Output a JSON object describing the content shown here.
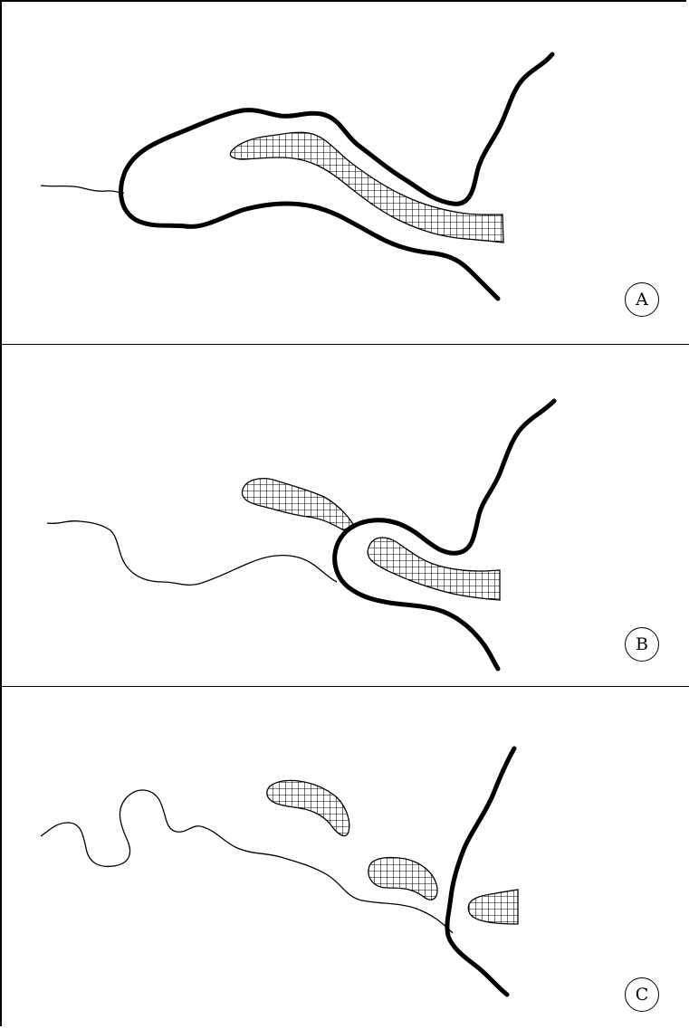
{
  "panels": [
    {
      "id": "a",
      "label": "A"
    },
    {
      "id": "b",
      "label": "B"
    },
    {
      "id": "c",
      "label": "C"
    }
  ],
  "colors": {
    "line": "#000000",
    "background": "#ffffff"
  }
}
